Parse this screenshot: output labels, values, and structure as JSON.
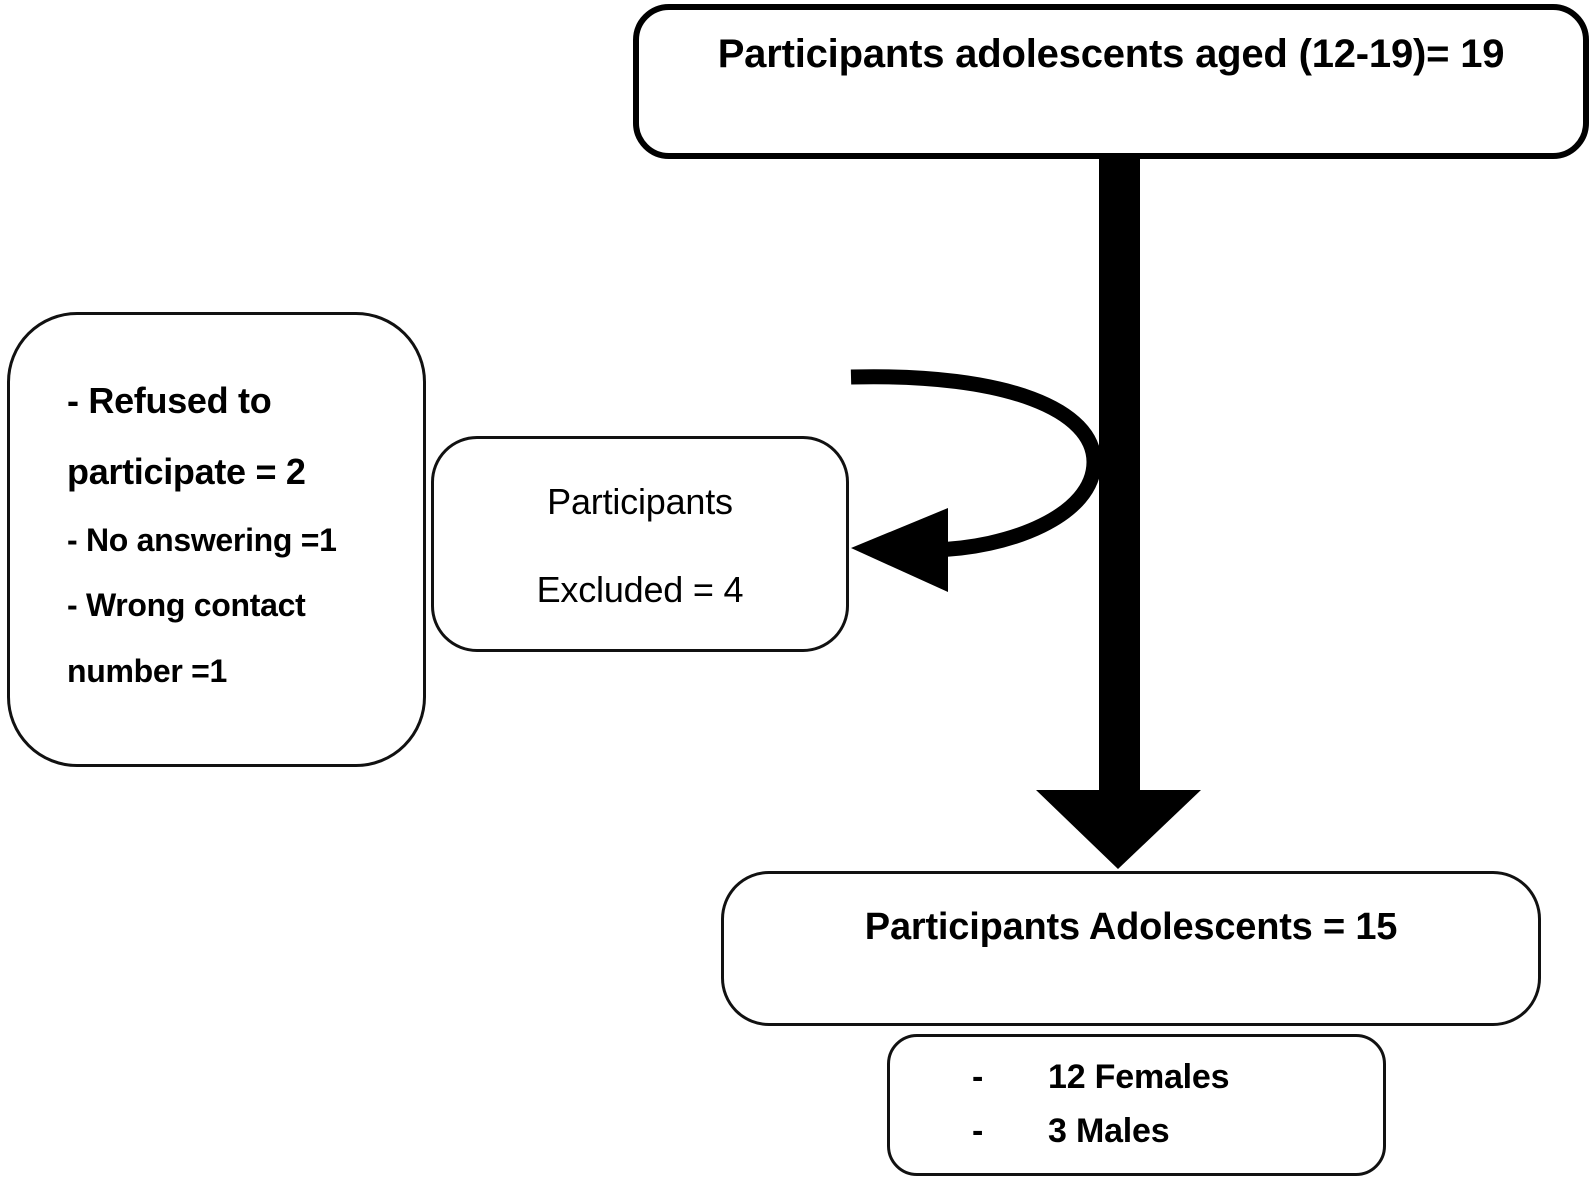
{
  "diagram": {
    "title": "Participant recruitment flow diagram",
    "type": "flowchart",
    "background_color": "#ffffff",
    "line_color": "#000000"
  },
  "nodes": {
    "screened": {
      "label": "Participants adolescents aged (12-19)= 19",
      "count": 19,
      "shape": "rounded-rectangle",
      "border_weight": "thick"
    },
    "excluded": {
      "line1": "Participants",
      "line2": "Excluded = 4",
      "count": 4,
      "shape": "rounded-rectangle",
      "border_weight": "thin"
    },
    "reasons": {
      "items": [
        {
          "text": "- Refused to",
          "size": "large"
        },
        {
          "text": "participate = 2",
          "size": "large"
        },
        {
          "text": "- No answering =1",
          "size": "small"
        },
        {
          "text": "- Wrong contact",
          "size": "small"
        },
        {
          "text": "number =1",
          "size": "small"
        }
      ],
      "shape": "rounded-rectangle",
      "border_weight": "thin"
    },
    "enrolled": {
      "label": "Participants Adolescents = 15",
      "count": 15,
      "shape": "rounded-rectangle",
      "border_weight": "thin"
    },
    "breakdown": {
      "rows": [
        {
          "dash": "-",
          "text": "12 Females"
        },
        {
          "dash": "-",
          "text": "3 Males"
        }
      ],
      "shape": "rounded-rectangle",
      "border_weight": "thin"
    }
  },
  "connectors": {
    "main_down": {
      "name": "screened-to-enrolled-arrow",
      "style": "thick-solid-block-arrow",
      "direction": "down"
    },
    "exclusion_curve": {
      "name": "excluded-curved-arrow",
      "style": "curved-tapered-arrow",
      "direction": "left"
    }
  },
  "chart_data": {
    "type": "flow",
    "title": "Participant recruitment flow diagram",
    "stages": [
      {
        "label": "Participants adolescents aged (12-19)",
        "value": 19
      },
      {
        "label": "Participants Excluded",
        "value": 4
      },
      {
        "label": "Participants Adolescents",
        "value": 15
      }
    ],
    "exclusion_reasons": [
      {
        "label": "Refused to participate",
        "value": 2
      },
      {
        "label": "No answering",
        "value": 1
      },
      {
        "label": "Wrong contact number",
        "value": 1
      }
    ],
    "enrolled_breakdown": [
      {
        "label": "Females",
        "value": 12
      },
      {
        "label": "Males",
        "value": 3
      }
    ]
  }
}
